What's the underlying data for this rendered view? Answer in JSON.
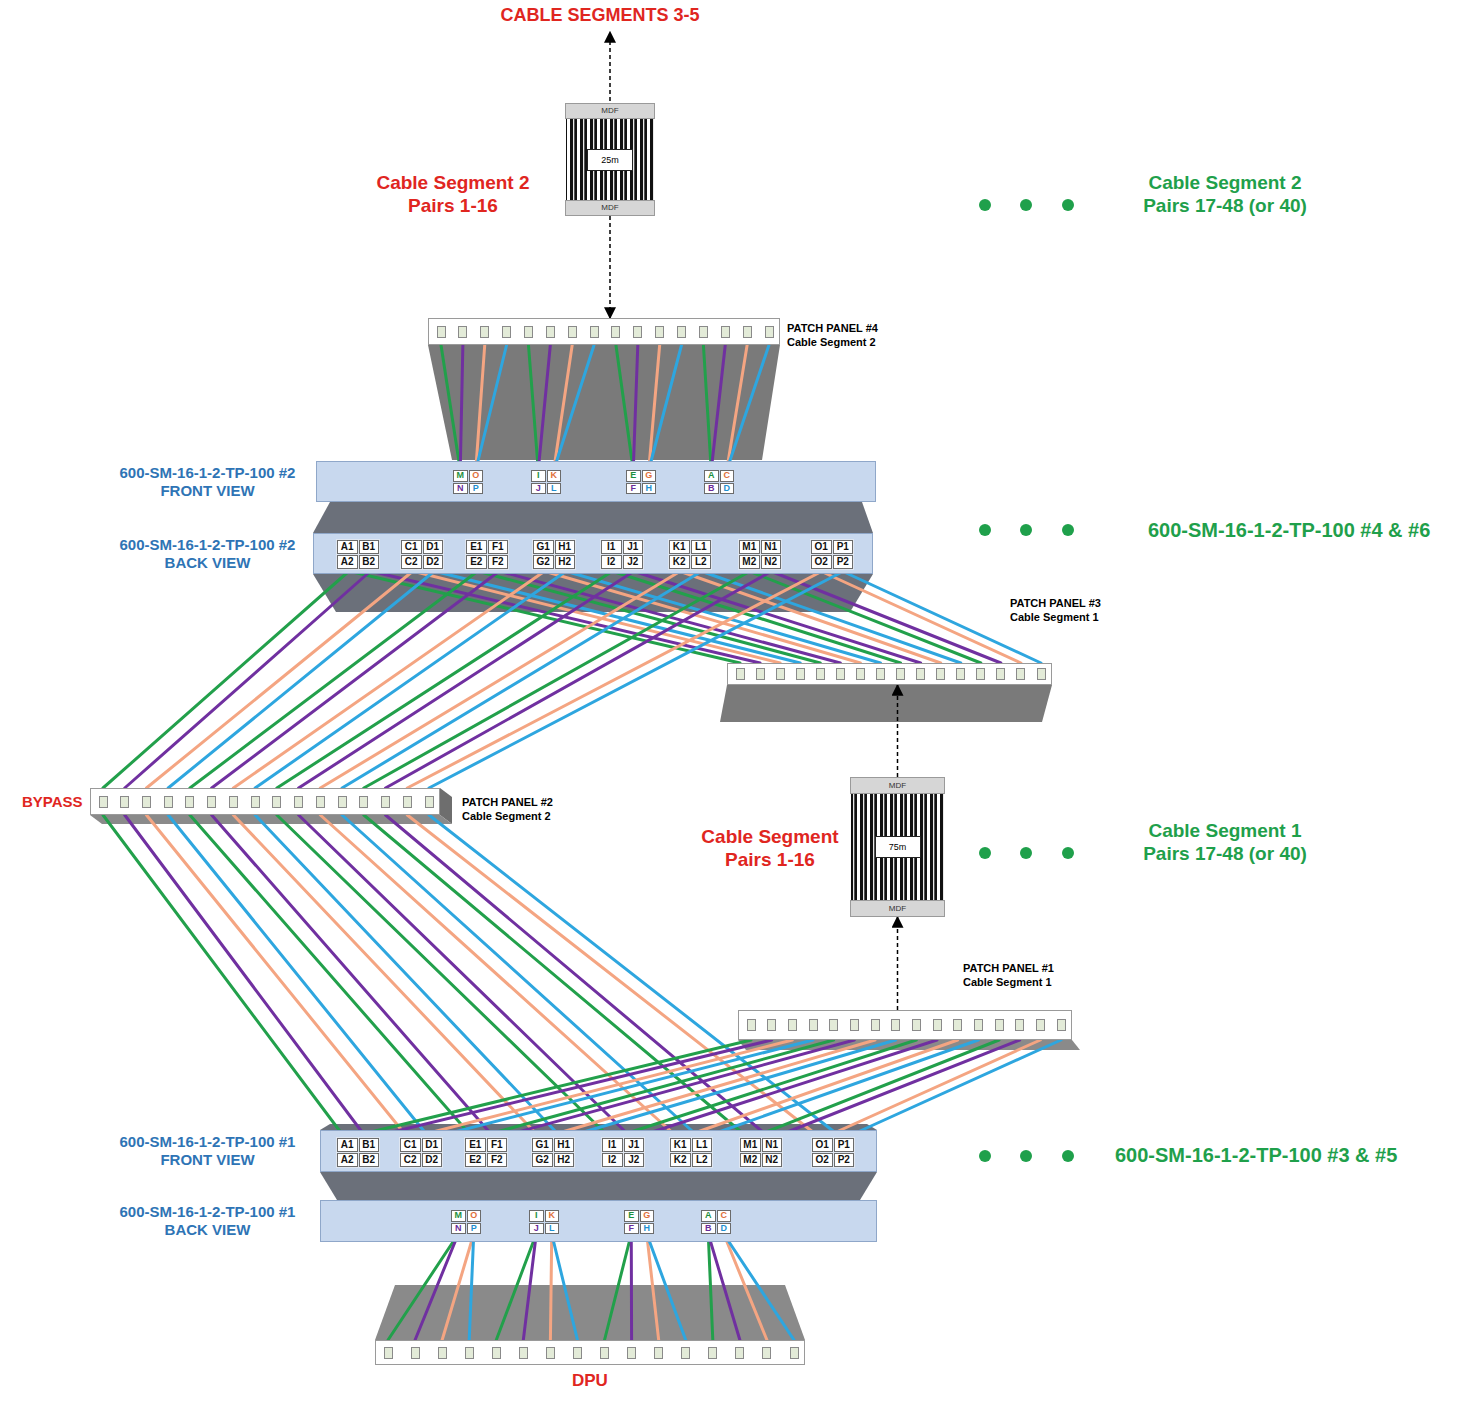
{
  "diagram": {
    "nodes": [
      {
        "text": [
          "MDF",
          "25m",
          "MDF"
        ]
      },
      {
        "text": [
          "PATCH PANEL #4 Cable Segment 2"
        ]
      },
      {
        "text": [
          "600-SM-16-1-2-TP-100 #2 FRONT VIEW"
        ]
      },
      {
        "text": [
          "M",
          "O",
          "N",
          "P"
        ],
        "in": 2
      },
      {
        "text": [
          "I",
          "K",
          "J",
          "L"
        ],
        "in": 2
      },
      {
        "text": [
          "E",
          "G",
          "F",
          "H"
        ],
        "in": 2
      },
      {
        "text": [
          "A",
          "C",
          "B",
          "D"
        ],
        "in": 2
      },
      {
        "text": [
          "600-SM-16-1-2-TP-100 #2 BACK VIEW"
        ]
      },
      {
        "text": [
          "A1",
          "B1",
          "A2",
          "B2"
        ],
        "in": 7
      },
      {
        "text": [
          "C1",
          "D1",
          "C2",
          "D2"
        ],
        "in": 7
      },
      {
        "text": [
          "E1",
          "F1",
          "E2",
          "F2"
        ],
        "in": 7
      },
      {
        "text": [
          "G1",
          "H1",
          "G2",
          "H2"
        ],
        "in": 7
      },
      {
        "text": [
          "I1",
          "J1",
          "I2",
          "J2"
        ],
        "in": 7
      },
      {
        "text": [
          "K1",
          "L1",
          "K2",
          "L2"
        ],
        "in": 7
      },
      {
        "text": [
          "M1",
          "N1",
          "M2",
          "N2"
        ],
        "in": 7
      },
      {
        "text": [
          "O1",
          "P1",
          "O2",
          "P2"
        ],
        "in": 7
      },
      {
        "text": [
          "PATCH PANEL #3 Cable Segment 1"
        ]
      },
      {
        "text": [
          "PATCH PANEL #2 Cable Segment 2"
        ]
      },
      {
        "text": [
          "MDF",
          "75m",
          "MDF"
        ]
      },
      {
        "text": [
          "PATCH PANEL #1 Cable Segment 1"
        ]
      },
      {
        "text": [
          "600-SM-16-1-2-TP-100 #1 FRONT VIEW"
        ]
      },
      {
        "text": [
          "A1",
          "B1",
          "A2",
          "B2"
        ],
        "in": 20
      },
      {
        "text": [
          "C1",
          "D1",
          "C2",
          "D2"
        ],
        "in": 20
      },
      {
        "text": [
          "E1",
          "F1",
          "E2",
          "F2"
        ],
        "in": 20
      },
      {
        "text": [
          "G1",
          "H1",
          "G2",
          "H2"
        ],
        "in": 20
      },
      {
        "text": [
          "I1",
          "J1",
          "I2",
          "J2"
        ],
        "in": 20
      },
      {
        "text": [
          "K1",
          "L1",
          "K2",
          "L2"
        ],
        "in": 20
      },
      {
        "text": [
          "M1",
          "N1",
          "M2",
          "N2"
        ],
        "in": 20
      },
      {
        "text": [
          "O1",
          "P1",
          "O2",
          "P2"
        ],
        "in": 20
      },
      {
        "text": [
          "600-SM-16-1-2-TP-100 #1 BACK VIEW"
        ]
      },
      {
        "text": [
          "M",
          "O",
          "N",
          "P"
        ],
        "in": 29
      },
      {
        "text": [
          "I",
          "K",
          "J",
          "L"
        ],
        "in": 29
      },
      {
        "text": [
          "E",
          "G",
          "F",
          "H"
        ],
        "in": 29
      },
      {
        "text": [
          "A",
          "C",
          "B",
          "D"
        ],
        "in": 29
      },
      {
        "text": [
          "DPU"
        ]
      }
    ],
    "edges": [
      {
        "from": 0,
        "to": 1,
        "arrow": "to"
      },
      {
        "from": 3,
        "to": 1,
        "arrow": "none"
      },
      {
        "from": 3,
        "to": 1,
        "arrow": "none"
      },
      {
        "from": 3,
        "to": 1,
        "arrow": "none"
      },
      {
        "from": 3,
        "to": 1,
        "arrow": "none"
      },
      {
        "from": 4,
        "to": 1,
        "arrow": "none"
      },
      {
        "from": 4,
        "to": 1,
        "arrow": "none"
      },
      {
        "from": 4,
        "to": 1,
        "arrow": "none"
      },
      {
        "from": 4,
        "to": 1,
        "arrow": "none"
      },
      {
        "from": 5,
        "to": 1,
        "arrow": "none"
      },
      {
        "from": 5,
        "to": 1,
        "arrow": "none"
      },
      {
        "from": 5,
        "to": 1,
        "arrow": "none"
      },
      {
        "from": 5,
        "to": 1,
        "arrow": "none"
      },
      {
        "from": 6,
        "to": 1,
        "arrow": "none"
      },
      {
        "from": 6,
        "to": 1,
        "arrow": "none"
      },
      {
        "from": 6,
        "to": 1,
        "arrow": "none"
      },
      {
        "from": 6,
        "to": 1,
        "arrow": "none"
      },
      {
        "from": 16,
        "to": 8,
        "arrow": "none"
      },
      {
        "from": 16,
        "to": 8,
        "arrow": "none"
      },
      {
        "from": 16,
        "to": 9,
        "arrow": "none"
      },
      {
        "from": 16,
        "to": 9,
        "arrow": "none"
      },
      {
        "from": 16,
        "to": 10,
        "arrow": "none"
      },
      {
        "from": 16,
        "to": 10,
        "arrow": "none"
      },
      {
        "from": 16,
        "to": 11,
        "arrow": "none"
      },
      {
        "from": 16,
        "to": 11,
        "arrow": "none"
      },
      {
        "from": 16,
        "to": 12,
        "arrow": "none"
      },
      {
        "from": 16,
        "to": 12,
        "arrow": "none"
      },
      {
        "from": 16,
        "to": 13,
        "arrow": "none"
      },
      {
        "from": 16,
        "to": 13,
        "arrow": "none"
      },
      {
        "from": 16,
        "to": 14,
        "arrow": "none"
      },
      {
        "from": 16,
        "to": 14,
        "arrow": "none"
      },
      {
        "from": 16,
        "to": 15,
        "arrow": "none"
      },
      {
        "from": 16,
        "to": 15,
        "arrow": "none"
      },
      {
        "from": 17,
        "to": 8,
        "arrow": "none"
      },
      {
        "from": 17,
        "to": 8,
        "arrow": "none"
      },
      {
        "from": 17,
        "to": 9,
        "arrow": "none"
      },
      {
        "from": 17,
        "to": 9,
        "arrow": "none"
      },
      {
        "from": 17,
        "to": 10,
        "arrow": "none"
      },
      {
        "from": 17,
        "to": 10,
        "arrow": "none"
      },
      {
        "from": 17,
        "to": 11,
        "arrow": "none"
      },
      {
        "from": 17,
        "to": 11,
        "arrow": "none"
      },
      {
        "from": 17,
        "to": 12,
        "arrow": "none"
      },
      {
        "from": 17,
        "to": 12,
        "arrow": "none"
      },
      {
        "from": 17,
        "to": 13,
        "arrow": "none"
      },
      {
        "from": 17,
        "to": 13,
        "arrow": "none"
      },
      {
        "from": 17,
        "to": 14,
        "arrow": "none"
      },
      {
        "from": 17,
        "to": 14,
        "arrow": "none"
      },
      {
        "from": 17,
        "to": 15,
        "arrow": "none"
      },
      {
        "from": 17,
        "to": 15,
        "arrow": "none"
      },
      {
        "from": 18,
        "to": 16,
        "arrow": "to"
      },
      {
        "from": 19,
        "to": 18,
        "arrow": "to"
      },
      {
        "from": 17,
        "to": 21,
        "arrow": "none"
      },
      {
        "from": 17,
        "to": 21,
        "arrow": "none"
      },
      {
        "from": 17,
        "to": 22,
        "arrow": "none"
      },
      {
        "from": 17,
        "to": 22,
        "arrow": "none"
      },
      {
        "from": 17,
        "to": 23,
        "arrow": "none"
      },
      {
        "from": 17,
        "to": 23,
        "arrow": "none"
      },
      {
        "from": 17,
        "to": 24,
        "arrow": "none"
      },
      {
        "from": 17,
        "to": 24,
        "arrow": "none"
      },
      {
        "from": 17,
        "to": 25,
        "arrow": "none"
      },
      {
        "from": 17,
        "to": 25,
        "arrow": "none"
      },
      {
        "from": 17,
        "to": 26,
        "arrow": "none"
      },
      {
        "from": 17,
        "to": 26,
        "arrow": "none"
      },
      {
        "from": 17,
        "to": 27,
        "arrow": "none"
      },
      {
        "from": 17,
        "to": 27,
        "arrow": "none"
      },
      {
        "from": 17,
        "to": 28,
        "arrow": "none"
      },
      {
        "from": 17,
        "to": 28,
        "arrow": "none"
      },
      {
        "from": 19,
        "to": 21,
        "arrow": "none"
      },
      {
        "from": 19,
        "to": 21,
        "arrow": "none"
      },
      {
        "from": 19,
        "to": 22,
        "arrow": "none"
      },
      {
        "from": 19,
        "to": 22,
        "arrow": "none"
      },
      {
        "from": 19,
        "to": 23,
        "arrow": "none"
      },
      {
        "from": 19,
        "to": 23,
        "arrow": "none"
      },
      {
        "from": 19,
        "to": 24,
        "arrow": "none"
      },
      {
        "from": 19,
        "to": 24,
        "arrow": "none"
      },
      {
        "from": 19,
        "to": 25,
        "arrow": "none"
      },
      {
        "from": 19,
        "to": 25,
        "arrow": "none"
      },
      {
        "from": 19,
        "to": 26,
        "arrow": "none"
      },
      {
        "from": 19,
        "to": 26,
        "arrow": "none"
      },
      {
        "from": 19,
        "to": 27,
        "arrow": "none"
      },
      {
        "from": 19,
        "to": 27,
        "arrow": "none"
      },
      {
        "from": 19,
        "to": 28,
        "arrow": "none"
      },
      {
        "from": 19,
        "to": 28,
        "arrow": "none"
      },
      {
        "from": 34,
        "to": 30,
        "arrow": "none"
      },
      {
        "from": 34,
        "to": 30,
        "arrow": "none"
      },
      {
        "from": 34,
        "to": 30,
        "arrow": "none"
      },
      {
        "from": 34,
        "to": 30,
        "arrow": "none"
      },
      {
        "from": 34,
        "to": 31,
        "arrow": "none"
      },
      {
        "from": 34,
        "to": 31,
        "arrow": "none"
      },
      {
        "from": 34,
        "to": 31,
        "arrow": "none"
      },
      {
        "from": 34,
        "to": 31,
        "arrow": "none"
      },
      {
        "from": 34,
        "to": 32,
        "arrow": "none"
      },
      {
        "from": 34,
        "to": 32,
        "arrow": "none"
      },
      {
        "from": 34,
        "to": 32,
        "arrow": "none"
      },
      {
        "from": 34,
        "to": 32,
        "arrow": "none"
      },
      {
        "from": 34,
        "to": 33,
        "arrow": "none"
      },
      {
        "from": 34,
        "to": 33,
        "arrow": "none"
      },
      {
        "from": 34,
        "to": 33,
        "arrow": "none"
      },
      {
        "from": 34,
        "to": 33,
        "arrow": "none"
      }
    ],
    "labels": [
      "CABLE SEGMENTS 3-5",
      "Cable Segment 2 Pairs 1-16",
      "Cable Segment 2 Pairs 17-48 (or 40)",
      "600-SM-16-1-2-TP-100 #4 & #6",
      "BYPASS",
      "Cable Segment Pairs 1-16",
      "Cable Segment 1 Pairs 17-48 (or 40)",
      "600-SM-16-1-2-TP-100 #3 & #5"
    ]
  }
}
